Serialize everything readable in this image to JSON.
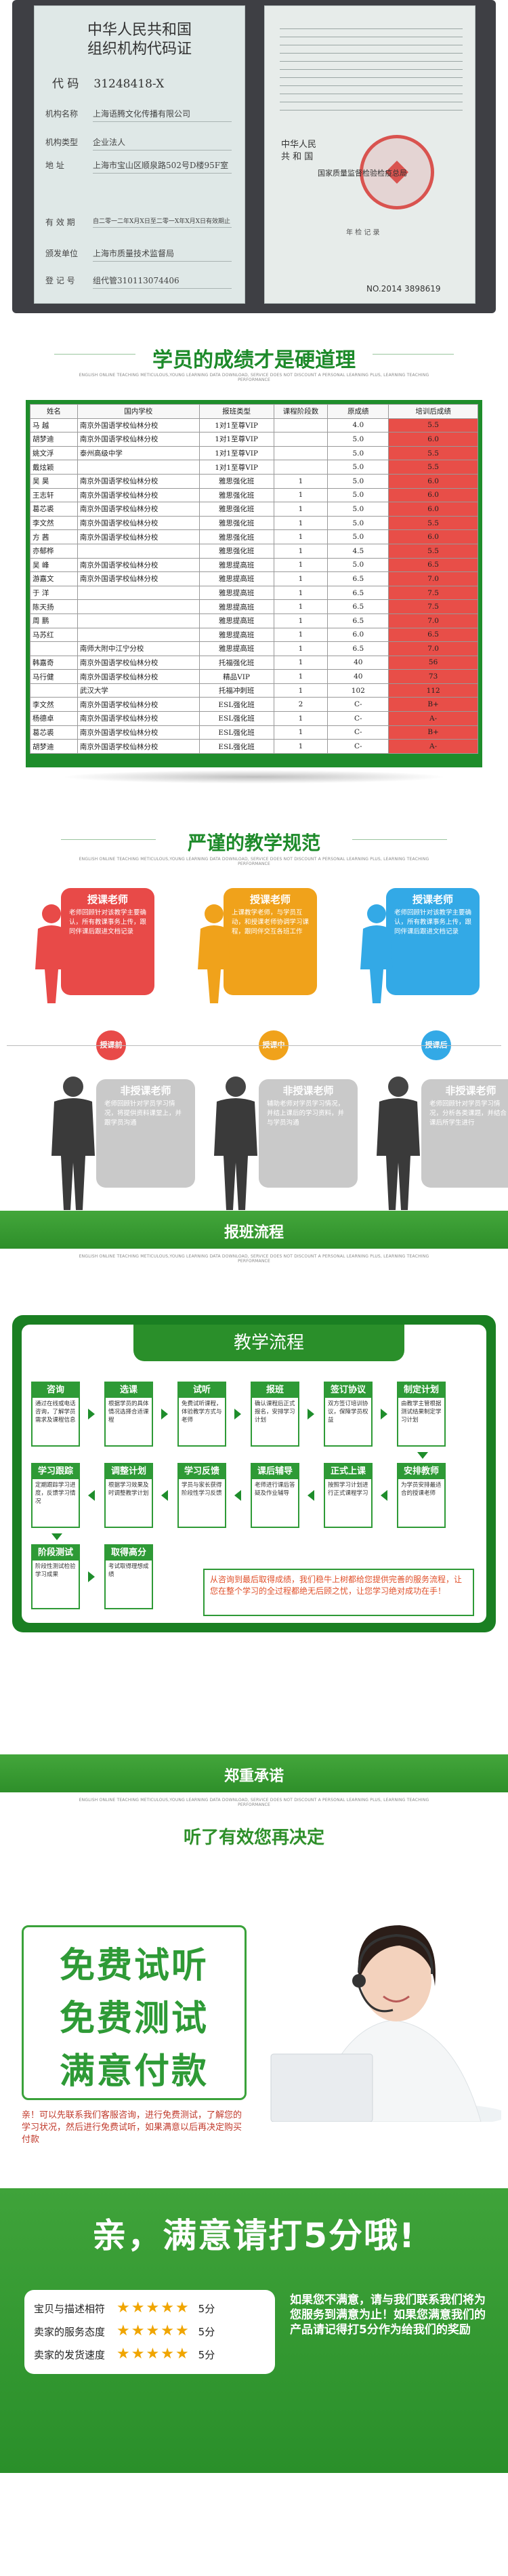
{
  "certificate": {
    "title_line1": "中华人民共和国",
    "title_line2": "组织机构代码证",
    "code_label": "代 码",
    "code_value": "31248418-X",
    "rows": [
      {
        "k": "机构名称",
        "v": "上海语腾文化传播有限公司"
      },
      {
        "k": "机构类型",
        "v": "企业法人"
      },
      {
        "k": "地    址",
        "v": "上海市宝山区顺泉路502号D楼95F室"
      },
      {
        "k": "有 效 期",
        "v": "自二零一二年X月X日至二零一X年X月X日有效期止"
      },
      {
        "k": "颁发单位",
        "v": "上海市质量技术监督局"
      },
      {
        "k": "登 记 号",
        "v": "组代管310113074406"
      }
    ],
    "emblem_line1": "中华人民",
    "emblem_line2": "共 和 国",
    "issuer": "国家质量监督检验检疫总局",
    "reg_label": "年 检 记 录",
    "no": "NO.2014  3898619"
  },
  "sec_results": {
    "title": "学员的成绩才是硬道理",
    "subtitle": "ENGLISH ONLINE TEACHING METICULOUS,YOUNG LEARNING DATA DOWNLOAD, SERVICE DOES NOT DISCOUNT A PERSONAL LEARNING PLUS, LEARNING TEACHING PERFORMANCE"
  },
  "table": {
    "headers": [
      "姓名",
      "国内学校",
      "报班类型",
      "课程阶段数",
      "原成绩",
      "培训后成绩"
    ],
    "rows": [
      [
        "马  越",
        "南京外国语学校仙林分校",
        "1对1至尊VIP",
        "",
        "4.0",
        "5.5"
      ],
      [
        "胡梦迪",
        "南京外国语学校仙林分校",
        "1对1至尊VIP",
        "",
        "5.0",
        "6.0"
      ],
      [
        "姚文浮",
        "泰州高级中学",
        "1对1至尊VIP",
        "",
        "5.0",
        "5.5"
      ],
      [
        "戴炫颖",
        "",
        "1对1至尊VIP",
        "",
        "5.0",
        "5.5"
      ],
      [
        "吴  昊",
        "南京外国语学校仙林分校",
        "雅思强化班",
        "1",
        "5.0",
        "6.0"
      ],
      [
        "王志轩",
        "南京外国语学校仙林分校",
        "雅思强化班",
        "1",
        "5.0",
        "6.0"
      ],
      [
        "葛芯裘",
        "南京外国语学校仙林分校",
        "雅思强化班",
        "1",
        "5.0",
        "6.0"
      ],
      [
        "李文然",
        "南京外国语学校仙林分校",
        "雅思强化班",
        "1",
        "5.0",
        "5.5"
      ],
      [
        "方  茜",
        "南京外国语学校仙林分校",
        "雅思强化班",
        "1",
        "5.0",
        "6.0"
      ],
      [
        "亦郁桦",
        "",
        "雅思强化班",
        "1",
        "4.5",
        "5.5"
      ],
      [
        "吴  峰",
        "南京外国语学校仙林分校",
        "雅思提高班",
        "1",
        "5.0",
        "6.5"
      ],
      [
        "游嘉文",
        "南京外国语学校仙林分校",
        "雅思提高班",
        "1",
        "6.5",
        "7.0"
      ],
      [
        "于  洋",
        "",
        "雅思提高班",
        "1",
        "6.5",
        "7.5"
      ],
      [
        "陈天扬",
        "",
        "雅思提高班",
        "1",
        "6.5",
        "7.5"
      ],
      [
        "周  鹏",
        "",
        "雅思提高班",
        "1",
        "6.5",
        "7.0"
      ],
      [
        "马苏红",
        "",
        "雅思提高班",
        "1",
        "6.0",
        "6.5"
      ],
      [
        "",
        "南师大附中江宁分校",
        "雅思提高班",
        "1",
        "6.5",
        "7.0"
      ],
      [
        "韩嘉奇",
        "南京外国语学校仙林分校",
        "托福强化班",
        "1",
        "40",
        "56"
      ],
      [
        "马行健",
        "南京外国语学校仙林分校",
        "精品VIP",
        "1",
        "40",
        "73"
      ],
      [
        "",
        "武汉大学",
        "托福冲刺班",
        "1",
        "102",
        "112"
      ],
      [
        "李文然",
        "南京外国语学校仙林分校",
        "ESL强化班",
        "2",
        "C-",
        "B+"
      ],
      [
        "杨德卓",
        "南京外国语学校仙林分校",
        "ESL强化班",
        "1",
        "C-",
        "A-"
      ],
      [
        "葛芯裘",
        "南京外国语学校仙林分校",
        "ESL强化班",
        "1",
        "C-",
        "B+"
      ],
      [
        "胡梦迪",
        "南京外国语学校仙林分校",
        "ESL强化班",
        "1",
        "C-",
        "A-"
      ]
    ]
  },
  "sec_teaching": {
    "title": "严谨的教学规范",
    "subtitle": "ENGLISH ONLINE TEACHING METICULOUS,YOUNG LEARNING DATA DOWNLOAD, SERVICE DOES NOT DISCOUNT A PERSONAL LEARNING PLUS, LEARNING TEACHING PERFORMANCE",
    "cards": [
      {
        "title": "授课老师",
        "text": "老师回顾针对该教学主要确认，所有教课事务上传，跟同伴课后跟进文档记录",
        "circle": "授课前",
        "color": "#e84a48"
      },
      {
        "title": "授课老师",
        "text": "上课教学老师，与学员互动，和授课老师协调学习课程，跟同伴交互各班工作",
        "circle": "授课中",
        "color": "#f0a21b"
      },
      {
        "title": "授课老师",
        "text": "老师回顾针对该教学主要确认，所有教课事务上传，跟同伴课后跟进文档记录",
        "circle": "授课后",
        "color": "#33a9e6"
      }
    ],
    "grey": [
      {
        "title": "非授课老师",
        "text": "老师回顾针对学员学习情况，将提供资料课堂上，并跟学员沟通"
      },
      {
        "title": "非授课老师",
        "text": "辅助老师对学员学习情况，并结上课后的学习资料，并与学员沟通"
      },
      {
        "title": "非授课老师",
        "text": "老师回顾针对学员学习情况，分析各类课题，并结合课后所学生进行"
      }
    ]
  },
  "bar_process": {
    "title": "报班流程",
    "subtitle": "ENGLISH ONLINE TEACHING METICULOUS,YOUNG LEARNING DATA DOWNLOAD, SERVICE DOES NOT DISCOUNT A PERSONAL LEARNING PLUS, LEARNING TEACHING PERFORMANCE"
  },
  "flow": {
    "title": "教学流程",
    "steps": [
      {
        "h": "咨询",
        "d": "通过在线或电话咨询，了解学员需求及课程信息"
      },
      {
        "h": "选课",
        "d": "根据学员的具体情况选择合适课程"
      },
      {
        "h": "试听",
        "d": "免费试听课程，体验教学方式与老师"
      },
      {
        "h": "报班",
        "d": "确认课程后正式报名，安排学习计划"
      },
      {
        "h": "签订协议",
        "d": "双方签订培训协议，保障学员权益"
      },
      {
        "h": "制定计划",
        "d": "由教学主管根据测试结果制定学习计划"
      },
      {
        "h": "学习跟踪",
        "d": "定期跟踪学习进度，反馈学习情况"
      },
      {
        "h": "调整计划",
        "d": "根据学习效果及时调整教学计划"
      },
      {
        "h": "学习反馈",
        "d": "学员与家长获得阶段性学习反馈"
      },
      {
        "h": "课后辅导",
        "d": "老师进行课后答疑及作业辅导"
      },
      {
        "h": "正式上课",
        "d": "按照学习计划进行正式课程学习"
      },
      {
        "h": "安排教师",
        "d": "为学员安排最适合的授课老师"
      },
      {
        "h": "阶段测试",
        "d": "阶段性测试检验学习成果"
      },
      {
        "h": "取得高分",
        "d": "考试取得理想成绩"
      }
    ],
    "note": "从咨询到最后取得成绩，我们稳牛上树都给您提供完善的服务流程，让您在整个学习的全过程都绝无后顾之忧，让您学习绝对成功在手！"
  },
  "bar_promise": {
    "title": "郑重承诺",
    "subtitle": "ENGLISH ONLINE TEACHING METICULOUS,YOUNG LEARNING DATA DOWNLOAD, SERVICE DOES NOT DISCOUNT A PERSONAL LEARNING PLUS, LEARNING TEACHING PERFORMANCE"
  },
  "promise": {
    "title": "听了有效您再决定",
    "lines": [
      "免费试听",
      "免费测试",
      "满意付款"
    ],
    "note": "亲！可以先联系我们客服咨询，进行免费测试，了解您的学习状况，然后进行免费试听，如果满意以后再决定购买付款"
  },
  "rating": {
    "title": "亲，满意请打5分哦!",
    "rows": [
      {
        "label": "宝贝与描述相符",
        "stars": 5,
        "score": "5分"
      },
      {
        "label": "卖家的服务态度",
        "stars": 5,
        "score": "5分"
      },
      {
        "label": "卖家的发货速度",
        "stars": 5,
        "score": "5分"
      }
    ],
    "right": "如果您不满意，请与我们联系我们将为您服务到满意为止！如果您满意我们的产品请记得打5分作为给我们的奖励"
  }
}
